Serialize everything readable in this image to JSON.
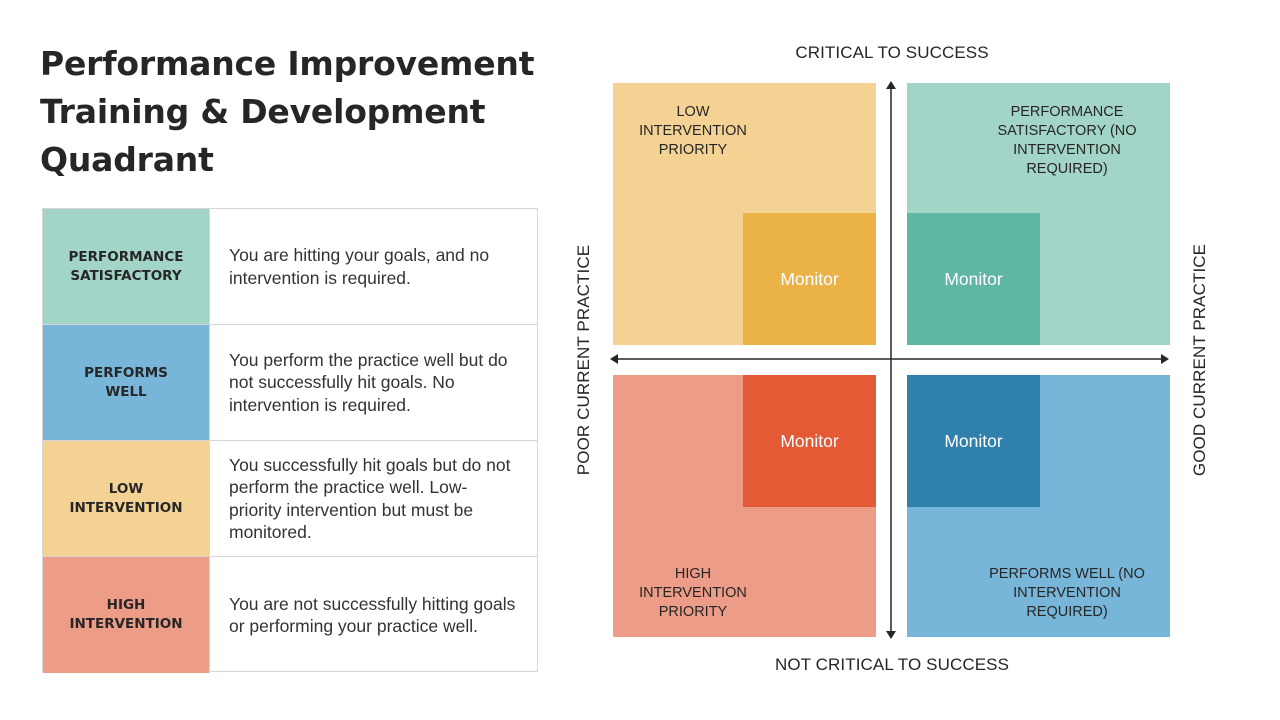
{
  "title": "Performance Improvement Training & Development Quadrant",
  "legend": {
    "rows": [
      {
        "label": "PERFORMANCE SATISFACTORY",
        "description": "You are hitting your goals, and no intervention is required.",
        "color": "#a2d5c7"
      },
      {
        "label": "PERFORMS WELL",
        "description": "You perform the practice well but do not successfully hit goals. No intervention is required.",
        "color": "#77b5d9"
      },
      {
        "label": "LOW INTERVENTION",
        "description": "You successfully hit goals but do not perform the practice well. Low-priority intervention but must be monitored.",
        "color": "#f4d294"
      },
      {
        "label": "HIGH INTERVENTION",
        "description": "You are not successfully hitting goals or performing your practice well.",
        "color": "#ed9c87"
      }
    ]
  },
  "axes": {
    "top": "CRITICAL TO SUCCESS",
    "bottom": "NOT CRITICAL TO SUCCESS",
    "left": "POOR CURRENT PRACTICE",
    "right": "GOOD CURRENT PRACTICE"
  },
  "quadrants": {
    "top_left": {
      "label": "LOW INTERVENTION PRIORITY",
      "monitor": "Monitor",
      "color": "#f4d294",
      "monitor_color": "#ebb347"
    },
    "top_right": {
      "label": "PERFORMANCE SATISFACTORY (NO INTERVENTION REQUIRED)",
      "monitor": "Monitor",
      "color": "#a2d5c7",
      "monitor_color": "#5fb6a3"
    },
    "bottom_left": {
      "label": "HIGH INTERVENTION PRIORITY",
      "monitor": "Monitor",
      "color": "#ed9c87",
      "monitor_color": "#e35a35"
    },
    "bottom_right": {
      "label": "PERFORMS WELL (NO INTERVENTION REQUIRED)",
      "monitor": "Monitor",
      "color": "#77b5d9",
      "monitor_color": "#2f80ac"
    }
  }
}
